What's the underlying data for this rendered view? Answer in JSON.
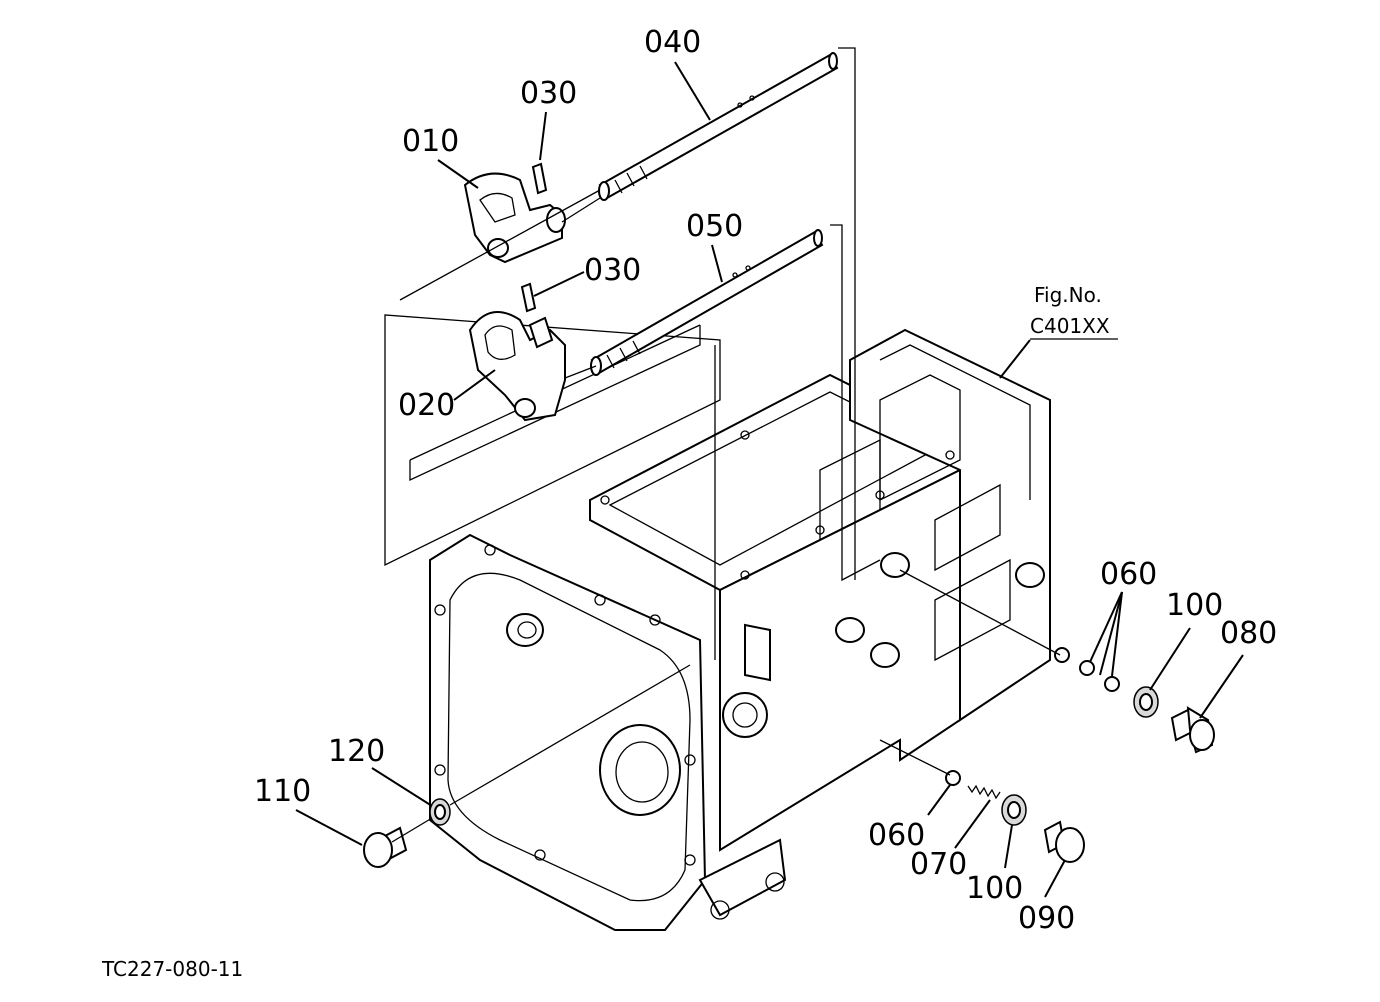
{
  "labels": {
    "p010": "010",
    "p020": "020",
    "p030a": "030",
    "p030b": "030",
    "p040": "040",
    "p050": "050",
    "p060a": "060",
    "p060b": "060",
    "p070": "070",
    "p080": "080",
    "p090": "090",
    "p100a": "100",
    "p100b": "100",
    "p110": "110",
    "p120": "120"
  },
  "fig_ref": {
    "line1": "Fig.No.",
    "line2": "C401XX"
  },
  "drawing_code": "TC227-080-11"
}
